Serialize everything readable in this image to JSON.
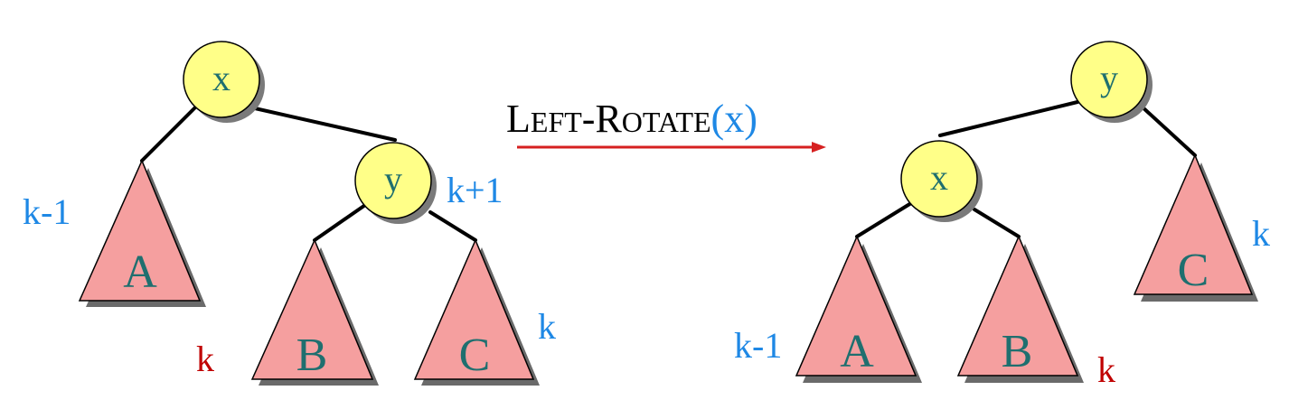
{
  "colors": {
    "node_fill": "#ffff88",
    "subtree_fill": "#f59f9f",
    "label_teal": "#1f6f6f",
    "height_blue": "#1e88e5",
    "height_red": "#c00000",
    "arrow_red": "#d62020"
  },
  "operation": {
    "first_letter": "L",
    "rest_1": "EFT",
    "hyphen": "-",
    "second_letter": "R",
    "rest_2": "OTATE",
    "argument": "(x)"
  },
  "before": {
    "nodes": {
      "x": "x",
      "y": "y"
    },
    "subtrees": {
      "A": "A",
      "B": "B",
      "C": "C"
    },
    "heights": {
      "A": "k-1",
      "B": "k",
      "C": "k",
      "y": "k+1"
    }
  },
  "after": {
    "nodes": {
      "x": "x",
      "y": "y"
    },
    "subtrees": {
      "A": "A",
      "B": "B",
      "C": "C"
    },
    "heights": {
      "A": "k-1",
      "B": "k",
      "C": "k"
    }
  }
}
